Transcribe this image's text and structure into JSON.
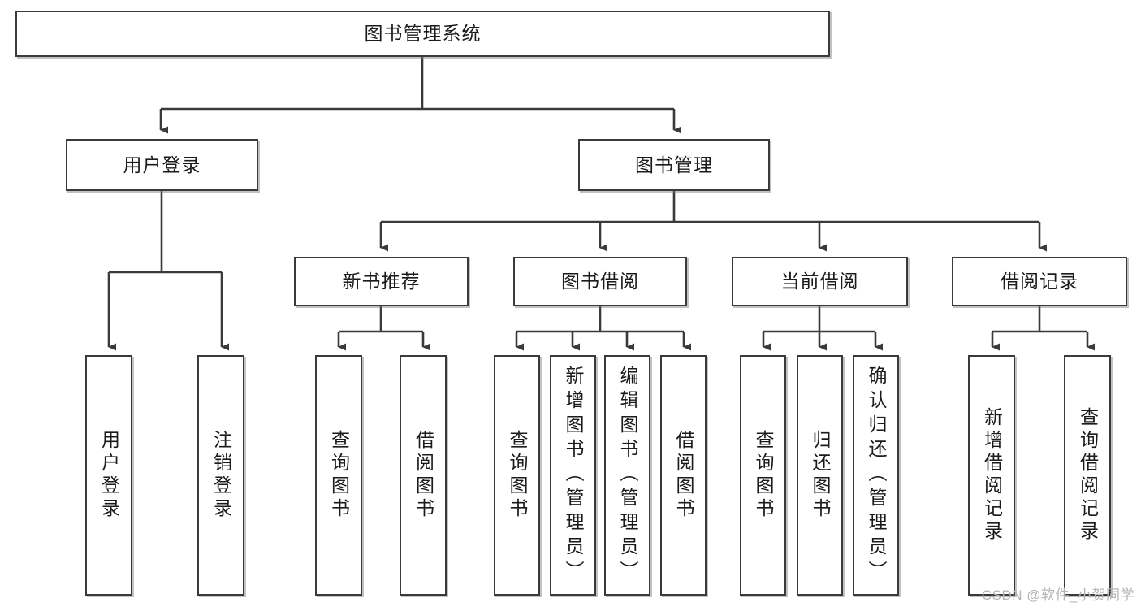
{
  "diagram": {
    "type": "tree-hierarchy",
    "title": "图书管理系统",
    "root": {
      "id": "root",
      "label": "图书管理系统"
    },
    "level2": [
      {
        "id": "user-login",
        "label": "用户登录"
      },
      {
        "id": "book-manage",
        "label": "图书管理"
      }
    ],
    "level3": [
      {
        "id": "new-book-recommend",
        "label": "新书推荐",
        "parent": "book-manage"
      },
      {
        "id": "book-borrow",
        "label": "图书借阅",
        "parent": "book-manage"
      },
      {
        "id": "current-borrow",
        "label": "当前借阅",
        "parent": "book-manage"
      },
      {
        "id": "borrow-record",
        "label": "借阅记录",
        "parent": "book-manage"
      }
    ],
    "leaves": [
      {
        "id": "leaf-user-login",
        "label": "用户登录",
        "parent": "user-login"
      },
      {
        "id": "leaf-logout-login",
        "label": "注销登录",
        "parent": "user-login"
      },
      {
        "id": "leaf-query-book-1",
        "label": "查询图书",
        "parent": "new-book-recommend"
      },
      {
        "id": "leaf-borrow-book-1",
        "label": "借阅图书",
        "parent": "new-book-recommend"
      },
      {
        "id": "leaf-query-book-2",
        "label": "查询图书",
        "parent": "book-borrow"
      },
      {
        "id": "leaf-add-book",
        "label": "新增图书（管理员）",
        "parent": "book-borrow"
      },
      {
        "id": "leaf-edit-book",
        "label": "编辑图书（管理员）",
        "parent": "book-borrow"
      },
      {
        "id": "leaf-borrow-book-2",
        "label": "借阅图书",
        "parent": "book-borrow"
      },
      {
        "id": "leaf-query-book-3",
        "label": "查询图书",
        "parent": "current-borrow"
      },
      {
        "id": "leaf-return-book",
        "label": "归还图书",
        "parent": "current-borrow"
      },
      {
        "id": "leaf-confirm-return",
        "label": "确认归还（管理员）",
        "parent": "current-borrow"
      },
      {
        "id": "leaf-add-record",
        "label": "新增借阅记录",
        "parent": "borrow-record"
      },
      {
        "id": "leaf-query-record",
        "label": "查询借阅记录",
        "parent": "borrow-record"
      }
    ],
    "colors": {
      "stroke": "#3a3a3a",
      "fill": "#ffffff",
      "text": "#1b1b1b",
      "watermark": "#b4b4b4"
    }
  },
  "watermark": {
    "text": "CSDN @软件_小贺同学"
  }
}
